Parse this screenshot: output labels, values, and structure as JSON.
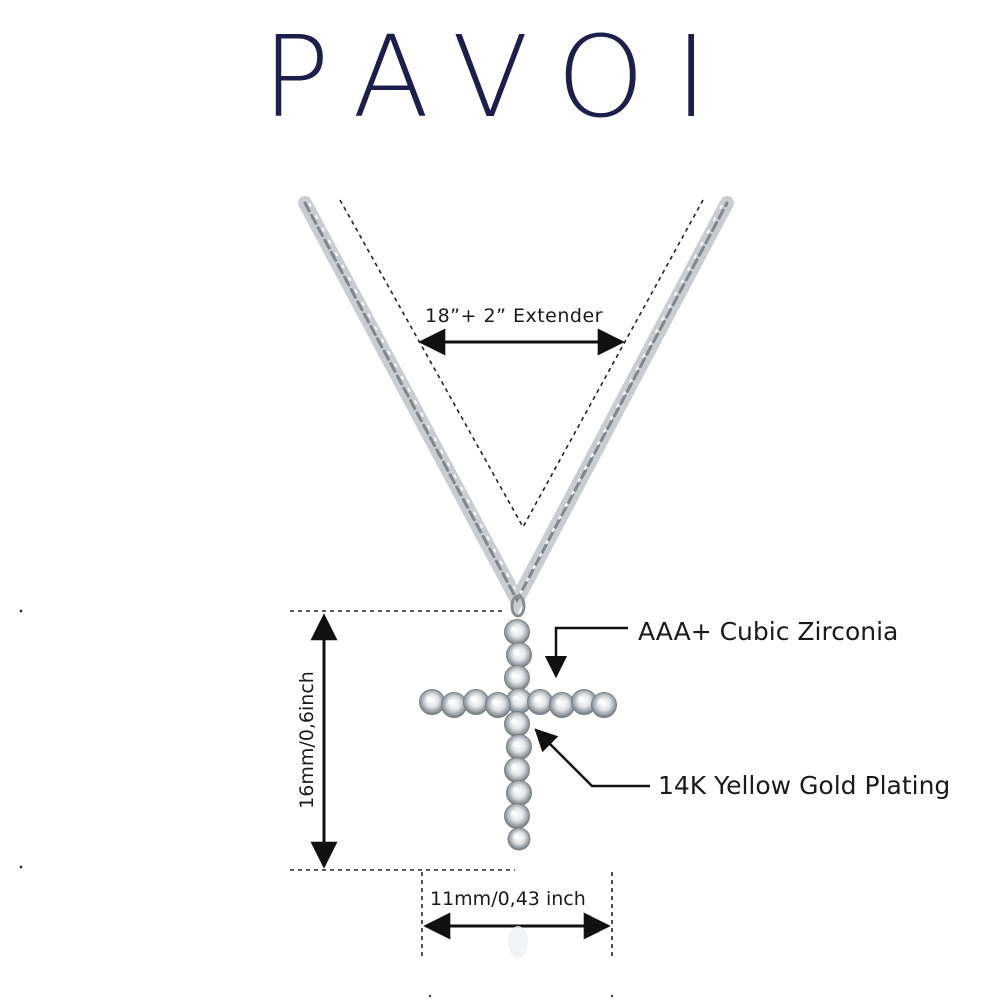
{
  "brand": {
    "name": "PAVOI",
    "color": "#1b1f4b"
  },
  "dimensions": {
    "chain_length": "18”+ 2” Extender",
    "pendant_height": "16mm/0,6inch",
    "pendant_width": "11mm/0,43 inch"
  },
  "features": {
    "stones": "AAA+ Cubic Zirconia",
    "plating": "14K Yellow Gold Plating"
  },
  "colors": {
    "text": "#1a1a1a",
    "silver": "#b5b8bd",
    "line": "#111111"
  }
}
